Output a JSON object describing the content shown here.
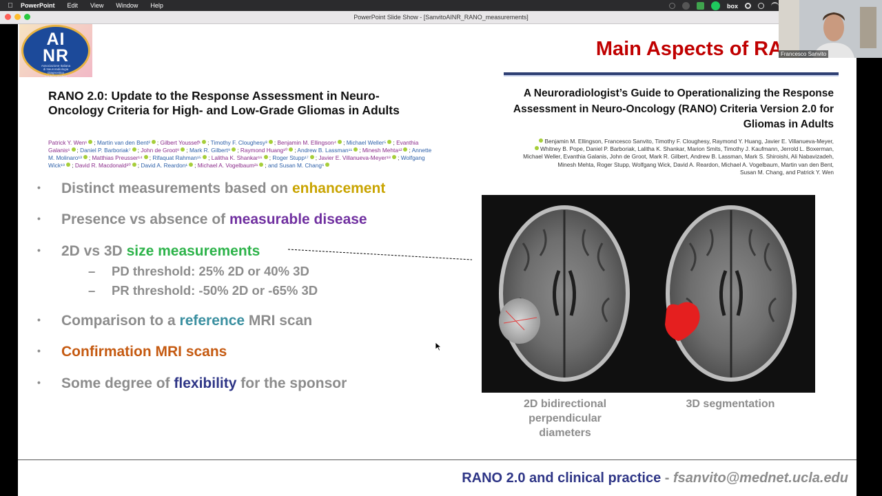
{
  "menubar": {
    "items": [
      "PowerPoint",
      "Edit",
      "View",
      "Window",
      "Help"
    ],
    "box_label": "box"
  },
  "window": {
    "title": "PowerPoint Slide Show - [SanvitoAINR_RANO_measurements]"
  },
  "logo": {
    "abbr_top": "AI",
    "abbr_bottom": "NR",
    "subtitle_lines": [
      "Associazione Italiana",
      "di Neuroradiologia",
      "Diagnostica",
      "e Interventistica"
    ]
  },
  "slide": {
    "title": "Main Aspects of RAN",
    "paper1": {
      "title": "RANO 2.0: Update to the Response Assessment in Neuro-Oncology Criteria for High- and Low-Grade Gliomas in Adults",
      "authors": [
        "Patrick Y. Wen¹",
        "Martin van den Bent²",
        "Gilbert Youssef¹",
        "Timothy F. Cloughesy³",
        "Benjamin M. Ellingson⁴",
        "Michael Weller⁵",
        "Evanthia Galanis⁶",
        "Daniel P. Barboriak⁷",
        "John de Groot⁸",
        "Mark R. Gilbert⁹",
        "Raymond Huang¹⁰",
        "Andrew B. Lassman¹¹",
        "Minesh Mehta¹²",
        "Annette M. Molinaro¹³",
        "Matthias Preusser¹⁴",
        "Rifaquat Rahman¹⁵",
        "Lalitha K. Shankar¹⁶",
        "Roger Stupp¹⁷",
        "Javier E. Villanueva-Meyer¹⁸",
        "Wolfgang Wick¹⁹",
        "David R. Macdonald²⁰",
        "David A. Reardon¹",
        "Michael A. Vogelbaum²¹",
        "and Susan M. Chang⁶"
      ]
    },
    "paper2": {
      "title": "A Neuroradiologist’s Guide to Operationalizing the Response Assessment in Neuro-Oncology (RANO) Criteria Version 2.0 for Gliomas in Adults",
      "author_lines": [
        "Benjamin M. Ellingson, Francesco Sanvito, Timothy F. Cloughesy, Raymond Y. Huang, Javier E. Villanueva-Meyer,",
        "Whitney B. Pope, Daniel P. Barboriak, Lalitha K. Shankar, Marion Smits, Timothy J. Kaufmann, Jerrold L. Boxerman,",
        "Michael Weller, Evanthia Galanis, John de Groot, Mark R. Gilbert, Andrew B. Lassman, Mark S. Shiroishi, Ali Nabavizadeh,",
        "Minesh Mehta, Roger Stupp, Wolfgang Wick, David A. Reardon, Michael A. Vogelbaum, Martin van den Bent,",
        "Susan M. Chang, and Patrick Y. Wen"
      ]
    },
    "bullets": [
      {
        "pre": "Distinct measurements based on ",
        "hl": "enhancement",
        "post": ""
      },
      {
        "pre": "Presence vs absence of ",
        "hl": "measurable disease",
        "post": ""
      },
      {
        "pre": "2D vs 3D ",
        "hl": "size measurements",
        "post": ""
      },
      {
        "pre": "Comparison to a ",
        "hl": "reference",
        "post": " MRI scan"
      },
      {
        "pre": "",
        "hl": "Confirmation MRI scans",
        "post": ""
      },
      {
        "pre": "Some degree of ",
        "hl": "flexibility",
        "post": " for the sponsor"
      }
    ],
    "sub_bullets": [
      "PD threshold: 25% 2D or 40% 3D",
      "PR threshold: -50% 2D or -65% 3D"
    ],
    "captions": {
      "left": [
        "2D bidirectional",
        "perpendicular",
        "diameters"
      ],
      "right": "3D segmentation"
    },
    "footer": {
      "main": "RANO 2.0 and clinical practice",
      "separator": " - ",
      "email": "fsanvito@mednet.ucla.edu"
    }
  },
  "webcam": {
    "name": "Francesco Sanvito"
  },
  "colors": {
    "title_red": "#c00000",
    "enhancement": "#c9a400",
    "measurable": "#7030a0",
    "size": "#2db34a",
    "reference": "#3a8fa0",
    "confirmation": "#c55a11",
    "flexibility": "#2e3586",
    "body_gray": "#8c8c8c"
  }
}
